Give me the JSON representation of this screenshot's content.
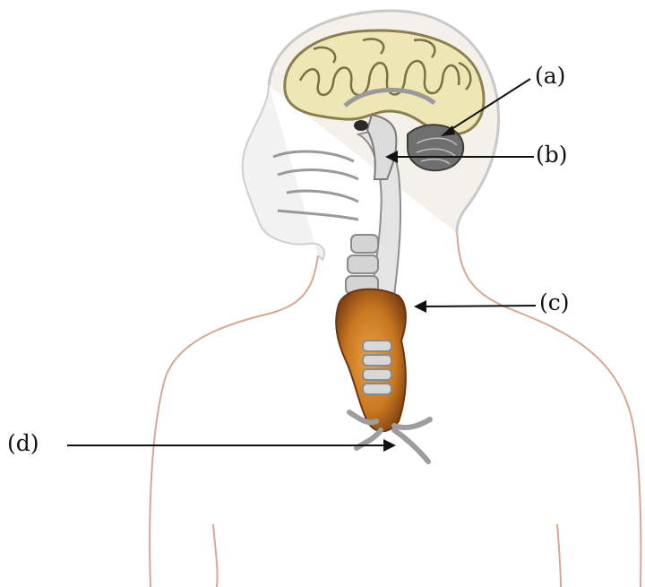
{
  "labels": {
    "a": "(a)",
    "b": "(b)",
    "c": "(c)",
    "d": "(d)"
  },
  "colors": {
    "skin_outline": "#d9a692",
    "skull": "#c9c9c9",
    "cerebrum": "#efe6b5",
    "gyri": "#7a7046",
    "brain_stem": "#dcdcdc",
    "cerebellum": "#6f6f6f",
    "thyroid": "#c9781f",
    "trachea": "#bdbdbd",
    "pointer": "#111111"
  },
  "icons": [
    "cerebellum-icon",
    "brain-stem-icon",
    "thyroid-gland-icon",
    "trachea-icon"
  ]
}
